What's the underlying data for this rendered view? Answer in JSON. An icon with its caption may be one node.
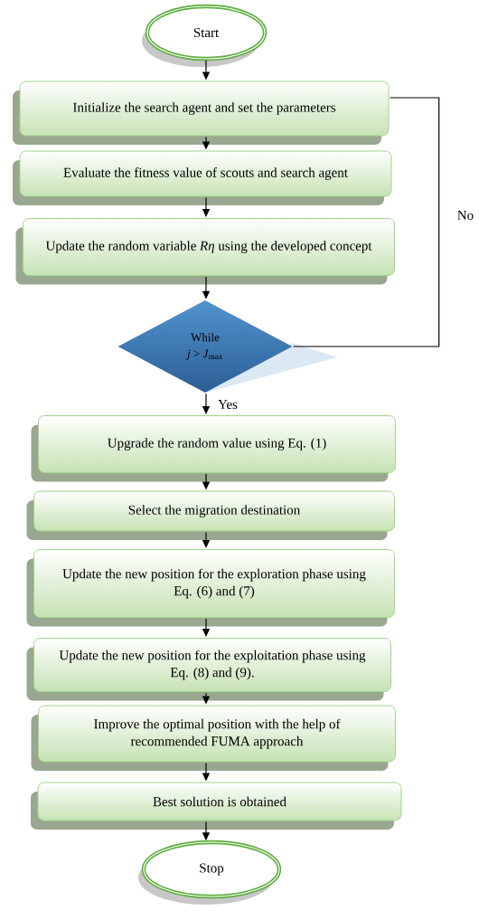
{
  "diagram": {
    "nodes": [
      {
        "text": [
          "Start"
        ]
      },
      {
        "text": [
          "Initialize the search agent and set the parameters"
        ]
      },
      {
        "text": [
          "Evaluate the fitness value of scouts and search agent"
        ]
      },
      {
        "text": [
          "Update the random variable *Rη* using the developed concept"
        ]
      },
      {
        "text": [
          "While",
          "*j* > *J*$_{max}$"
        ]
      },
      {
        "text": [
          "Upgrade the random value using Eq. (1)"
        ]
      },
      {
        "text": [
          "Select the migration destination"
        ]
      },
      {
        "text": [
          "Update the new position for the exploration phase using Eq. (6) and (7)"
        ]
      },
      {
        "text": [
          "Update the new position for the exploitation phase using Eq. (8) and (9)."
        ]
      },
      {
        "text": [
          "Improve the optimal position with the help of recommended FUMA approach"
        ]
      },
      {
        "text": [
          "Best solution is obtained"
        ]
      },
      {
        "text": [
          "Stop"
        ]
      }
    ],
    "edges": [
      {
        "from": 0,
        "to": 1,
        "arrow": "to"
      },
      {
        "from": 1,
        "to": 2,
        "arrow": "to"
      },
      {
        "from": 2,
        "to": 3,
        "arrow": "to"
      },
      {
        "from": 3,
        "to": 4,
        "arrow": "to"
      },
      {
        "from": 4,
        "to": 1,
        "arrow": "none",
        "label": "No"
      },
      {
        "from": 4,
        "to": 5,
        "arrow": "to",
        "label": "Yes"
      },
      {
        "from": 5,
        "to": 6,
        "arrow": "to"
      },
      {
        "from": 6,
        "to": 7,
        "arrow": "to"
      },
      {
        "from": 7,
        "to": 8,
        "arrow": "to"
      },
      {
        "from": 8,
        "to": 9,
        "arrow": "to"
      },
      {
        "from": 9,
        "to": 10,
        "arrow": "to"
      },
      {
        "from": 10,
        "to": 11,
        "arrow": "to"
      }
    ]
  }
}
